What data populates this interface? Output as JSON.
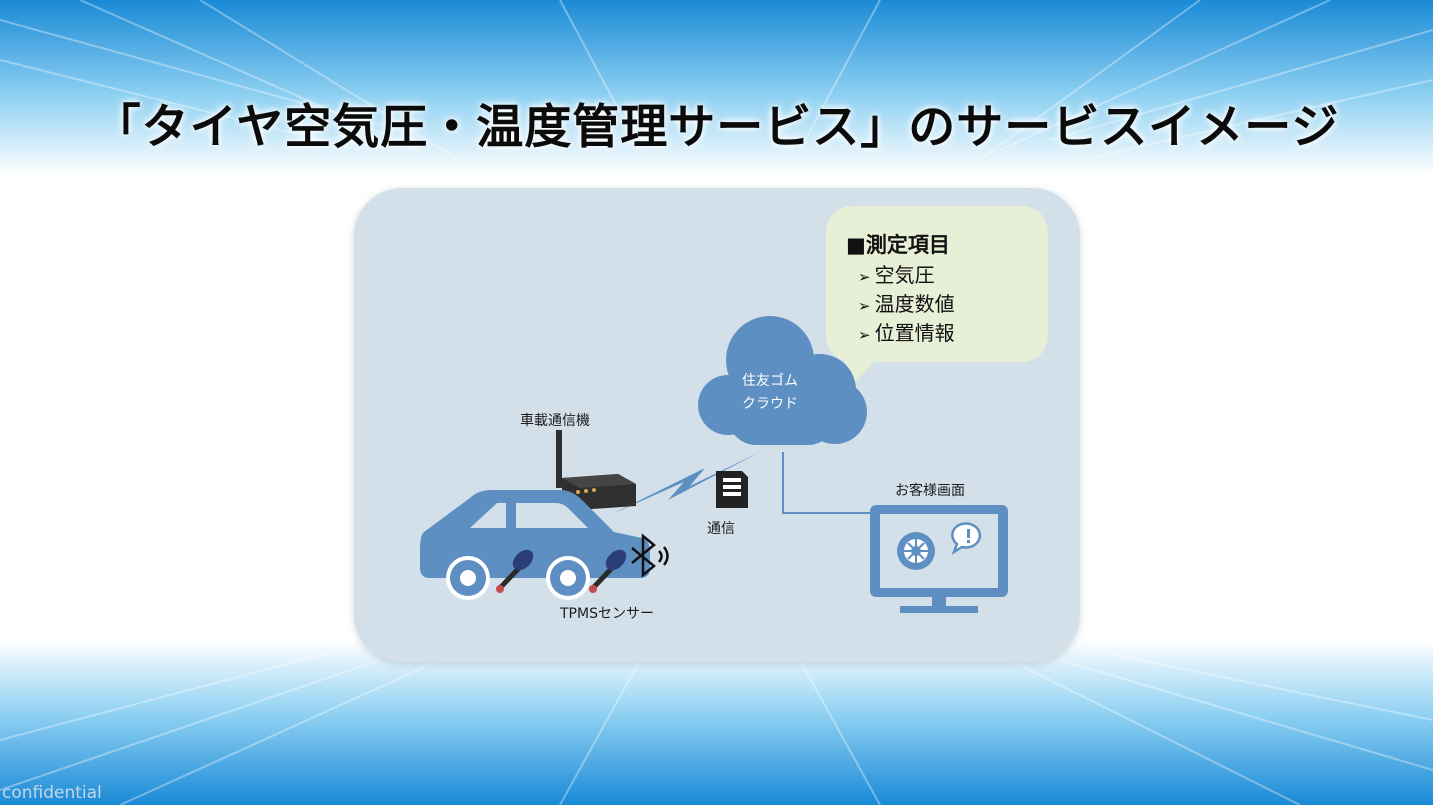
{
  "slide": {
    "title": "「タイヤ空気圧・温度管理サービス」のサービスイメージ",
    "footer": "confidential"
  },
  "measurement": {
    "heading": "■測定項目",
    "items": [
      {
        "arrow": "➢",
        "label": "空気圧"
      },
      {
        "arrow": "➢",
        "label": "温度数値"
      },
      {
        "arrow": "➢",
        "label": "位置情報"
      }
    ]
  },
  "cloud": {
    "line1": "住友ゴム",
    "line2": "クラウド"
  },
  "labels": {
    "device": "車載通信機",
    "communication": "通信",
    "customer_screen": "お客様画面",
    "sensor": "TPMSセンサー"
  },
  "colors": {
    "panel": "#d3e0ea",
    "bubble": "#e7efd6",
    "icon_blue": "#5d8fc2",
    "device_dark": "#2f2f2f"
  }
}
